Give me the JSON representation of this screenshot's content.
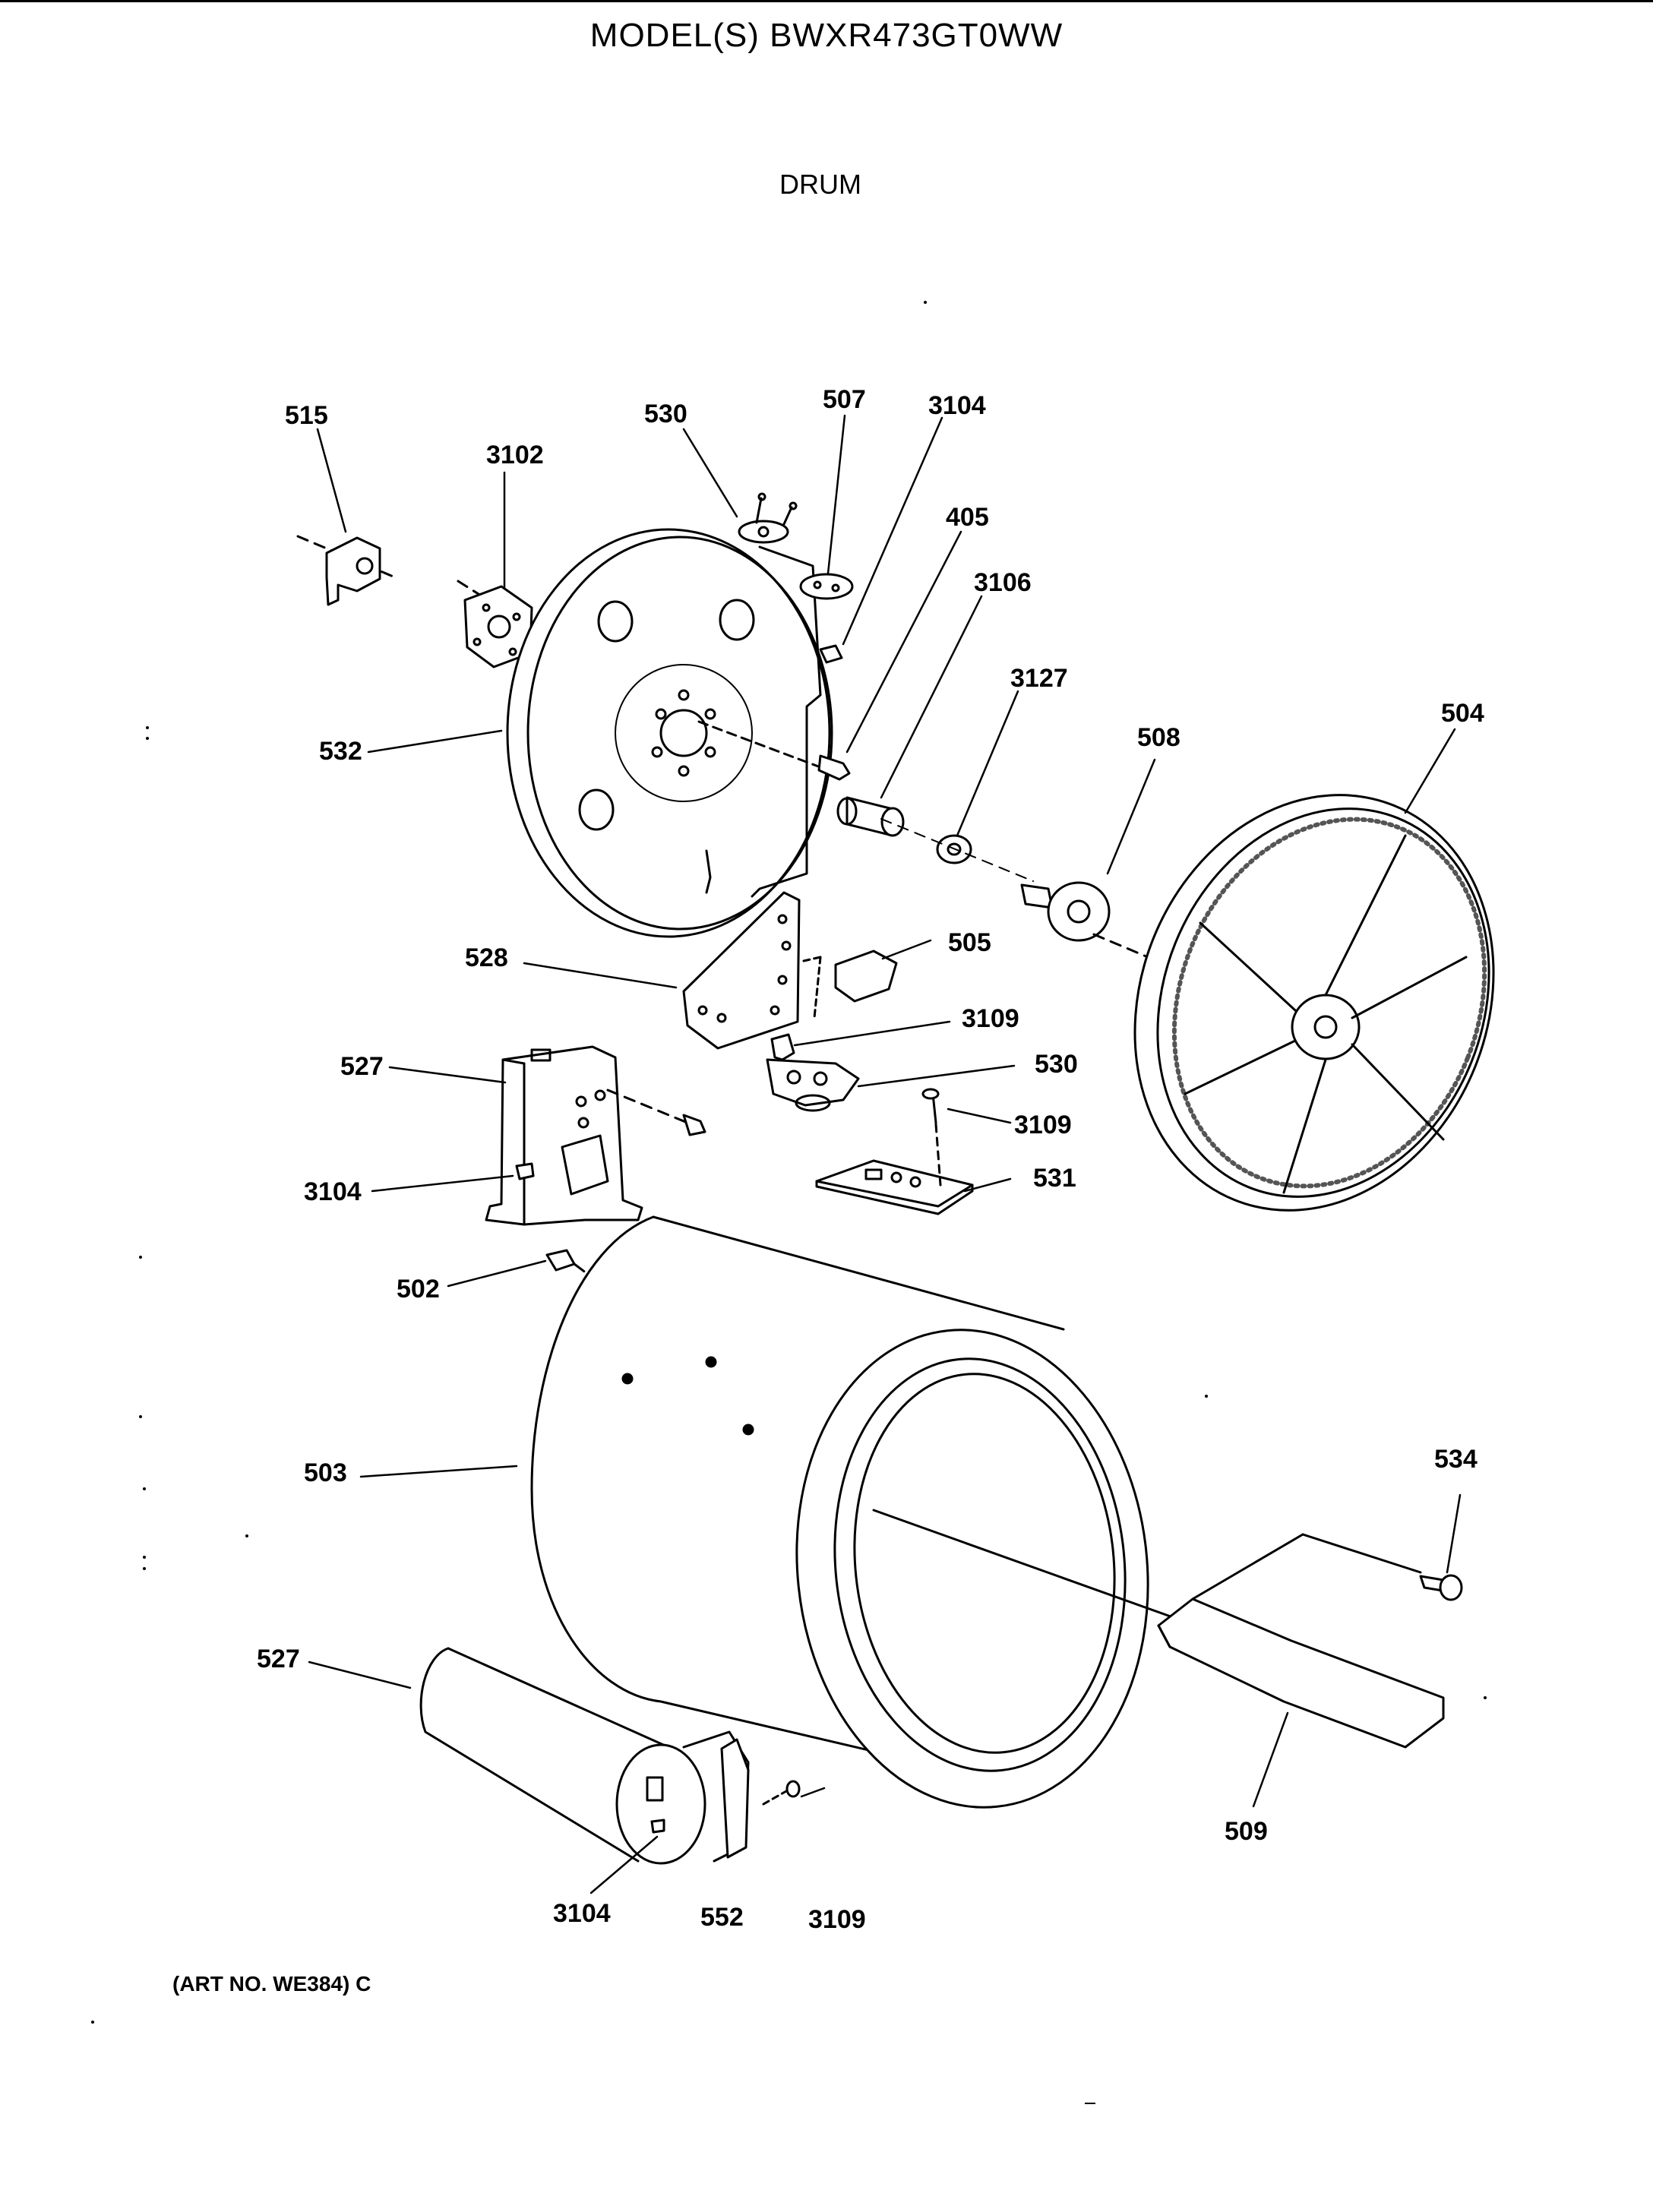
{
  "header": {
    "model": "MODEL(S) BWXR473GT0WW",
    "section": "DRUM"
  },
  "footer": {
    "art_no": "(ART NO. WE384) C"
  },
  "callouts": [
    {
      "id": "c-515a",
      "text": "515"
    },
    {
      "id": "c-3102",
      "text": "3102"
    },
    {
      "id": "c-530a",
      "text": "530"
    },
    {
      "id": "c-507",
      "text": "507"
    },
    {
      "id": "c-3104a",
      "text": "3104"
    },
    {
      "id": "c-405",
      "text": "405"
    },
    {
      "id": "c-3106",
      "text": "3106"
    },
    {
      "id": "c-3127",
      "text": "3127"
    },
    {
      "id": "c-508",
      "text": "508"
    },
    {
      "id": "c-504",
      "text": "504"
    },
    {
      "id": "c-532",
      "text": "532"
    },
    {
      "id": "c-528",
      "text": "528"
    },
    {
      "id": "c-505",
      "text": "505"
    },
    {
      "id": "c-3109a",
      "text": "3109"
    },
    {
      "id": "c-527a",
      "text": "527"
    },
    {
      "id": "c-530b",
      "text": "530"
    },
    {
      "id": "c-3109b",
      "text": "3109"
    },
    {
      "id": "c-3104b",
      "text": "3104"
    },
    {
      "id": "c-531",
      "text": "531"
    },
    {
      "id": "c-502",
      "text": "502"
    },
    {
      "id": "c-534",
      "text": "534"
    },
    {
      "id": "c-503",
      "text": "503"
    },
    {
      "id": "c-527b",
      "text": "527"
    },
    {
      "id": "c-509",
      "text": "509"
    },
    {
      "id": "c-3104c",
      "text": "3104"
    },
    {
      "id": "c-552",
      "text": "552"
    },
    {
      "id": "c-3109c",
      "text": "3109"
    }
  ]
}
